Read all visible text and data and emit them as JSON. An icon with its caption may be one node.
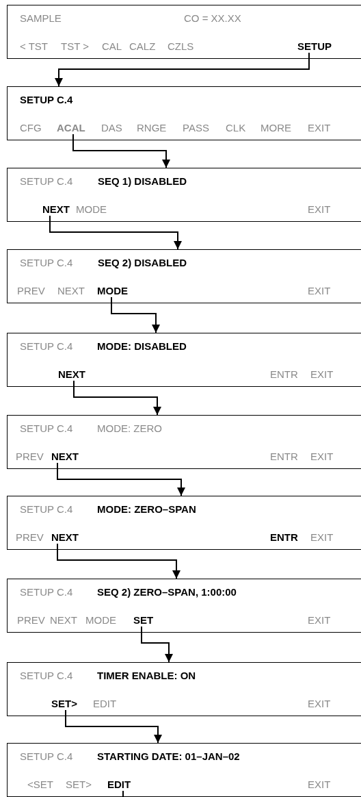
{
  "diagram": {
    "nodes": [
      {
        "text": [
          "SAMPLE",
          "CO = XX.XX",
          "< TST",
          "TST >",
          "CAL",
          "CALZ",
          "CZLS"
        ]
      },
      {
        "text": [
          "SETUP"
        ],
        "in": 0
      },
      {
        "text": [
          "SETUP C.4",
          "CFG",
          "DAS",
          "RNGE",
          "PASS",
          "CLK",
          "MORE",
          "EXIT"
        ]
      },
      {
        "text": [
          "ACAL"
        ],
        "in": 2
      },
      {
        "text": [
          "SETUP C.4",
          "SEQ 1) DISABLED",
          "MODE",
          "EXIT"
        ]
      },
      {
        "text": [
          "NEXT"
        ],
        "in": 4
      },
      {
        "text": [
          "SETUP C.4",
          "SEQ 2) DISABLED",
          "PREV",
          "NEXT",
          "EXIT"
        ]
      },
      {
        "text": [
          "MODE"
        ],
        "in": 6
      },
      {
        "text": [
          "SETUP C.4",
          "MODE: DISABLED",
          "ENTR",
          "EXIT"
        ]
      },
      {
        "text": [
          "NEXT"
        ],
        "in": 8
      },
      {
        "text": [
          "SETUP C.4",
          "MODE: ZERO",
          "PREV",
          "ENTR",
          "EXIT"
        ]
      },
      {
        "text": [
          "NEXT"
        ],
        "in": 10
      },
      {
        "text": [
          "SETUP C.4",
          "MODE: ZERO–SPAN",
          "PREV",
          "ENTR",
          "EXIT"
        ]
      },
      {
        "text": [
          "NEXT"
        ],
        "in": 12
      },
      {
        "text": [
          "SETUP C.4",
          "SEQ 2) ZERO–SPAN, 1:00:00",
          "PREV",
          "NEXT",
          "MODE",
          "EXIT"
        ]
      },
      {
        "text": [
          "SET"
        ],
        "in": 14
      },
      {
        "text": [
          "SETUP C.4",
          "TIMER ENABLE: ON",
          "EDIT",
          "EXIT"
        ]
      },
      {
        "text": [
          "SET>"
        ],
        "in": 16
      },
      {
        "text": [
          "SETUP C.4",
          "STARTING DATE: 01–JAN–02",
          "<SET",
          "SET>",
          "EXIT"
        ]
      },
      {
        "text": [
          "EDIT"
        ],
        "in": 18
      }
    ],
    "edges": [
      {
        "from": 1,
        "to": 2,
        "arrow": "to"
      },
      {
        "from": 3,
        "to": 4,
        "arrow": "to"
      },
      {
        "from": 5,
        "to": 6,
        "arrow": "to"
      },
      {
        "from": 7,
        "to": 8,
        "arrow": "to"
      },
      {
        "from": 9,
        "to": 10,
        "arrow": "to"
      },
      {
        "from": 11,
        "to": 12,
        "arrow": "to"
      },
      {
        "from": 13,
        "to": 14,
        "arrow": "to"
      },
      {
        "from": 15,
        "to": 16,
        "arrow": "to"
      },
      {
        "from": 17,
        "to": 18,
        "arrow": "to"
      },
      {
        "from": 19,
        "to": null,
        "arrow": "none"
      }
    ]
  }
}
